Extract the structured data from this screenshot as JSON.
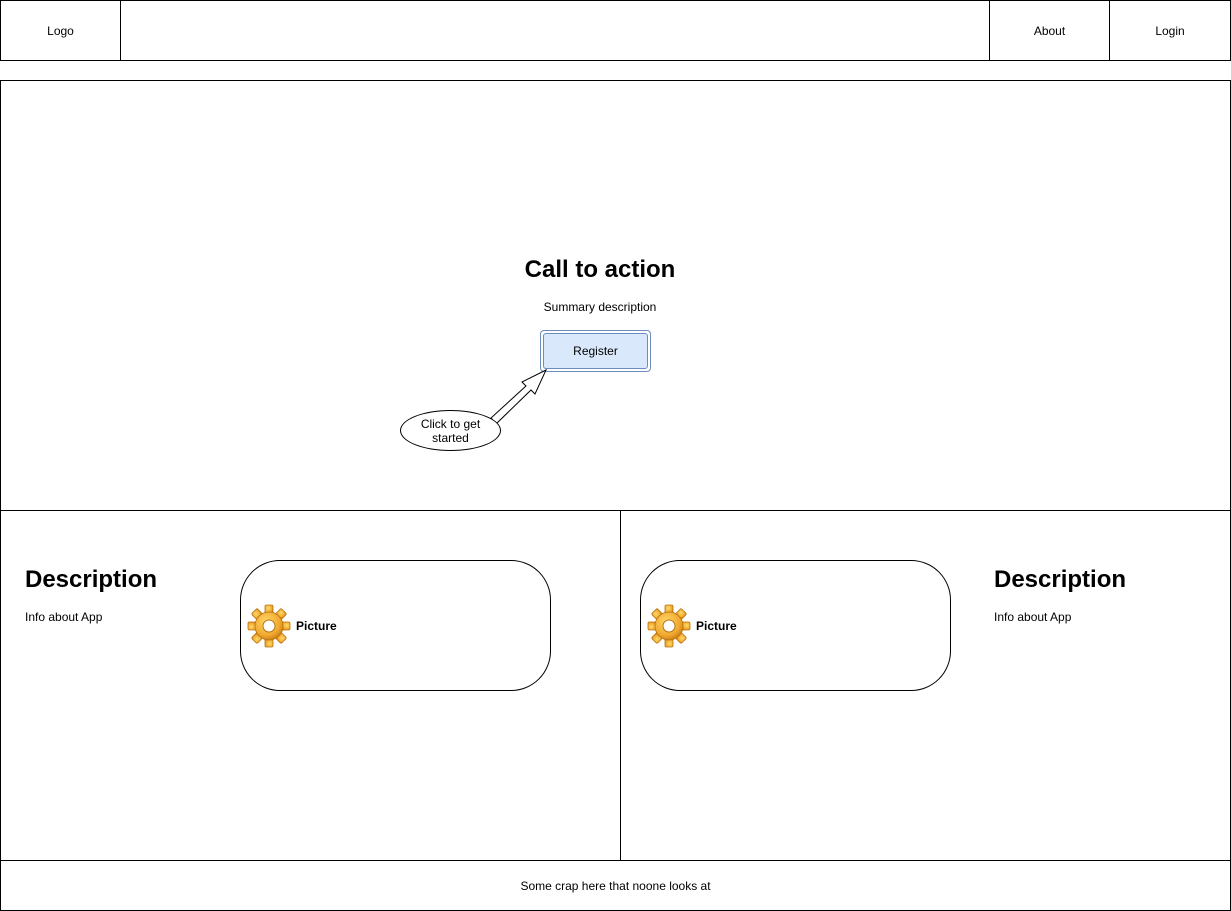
{
  "header": {
    "logo": "Logo",
    "nav": {
      "about": "About",
      "login": "Login"
    }
  },
  "hero": {
    "title": "Call to action",
    "summary": "Summary description",
    "register_label": "Register",
    "callout": "Click to get started"
  },
  "features": {
    "left": {
      "title": "Description",
      "info": "Info about App",
      "picture_label": "Picture",
      "icon": "gear-icon"
    },
    "right": {
      "title": "Description",
      "info": "Info about App",
      "picture_label": "Picture",
      "icon": "gear-icon"
    }
  },
  "footer": {
    "text": "Some crap here that noone looks at"
  },
  "colors": {
    "button_fill": "#dae8fc",
    "button_stroke": "#6c8ebf",
    "gear_primary": "#f0a830",
    "gear_highlight": "#ffd966",
    "outline": "#000000"
  }
}
